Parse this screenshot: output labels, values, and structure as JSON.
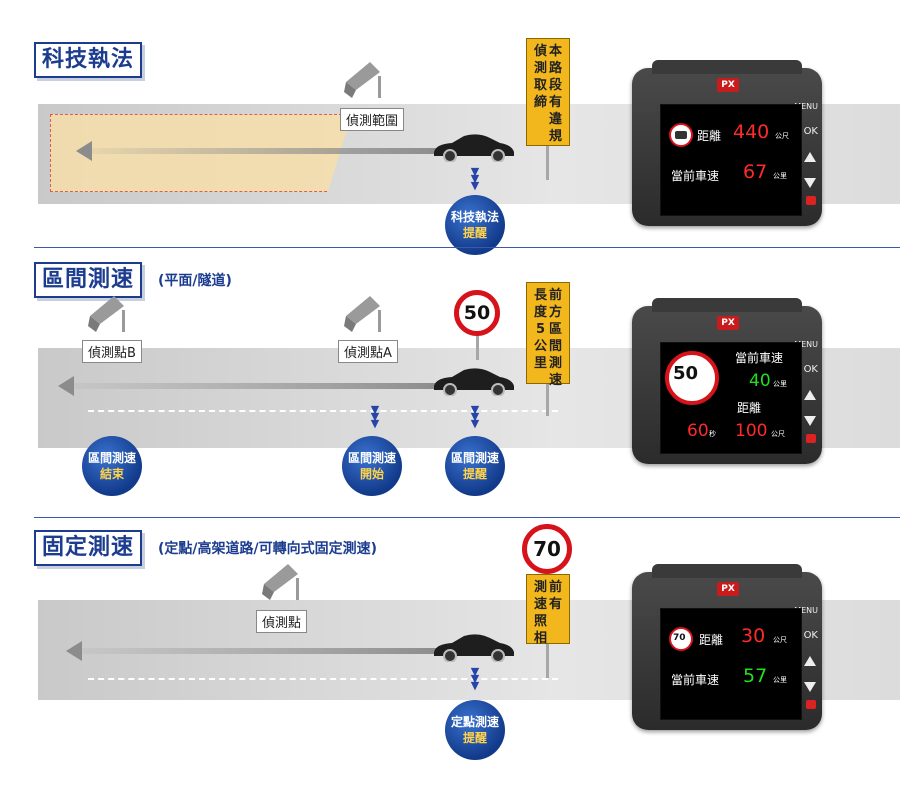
{
  "sections": [
    {
      "title": "科技執法",
      "subtitle": "",
      "camera_label": "偵測範圍",
      "sign_cols": [
        "本路段有違規",
        "偵測取締"
      ],
      "badge": [
        "科技執法",
        "提醒"
      ],
      "screen": {
        "row1_label": "距離",
        "row1_value": "440",
        "row1_unit": "公尺",
        "row2_label": "當前車速",
        "row2_value": "67",
        "row2_unit": "公里"
      }
    },
    {
      "title": "區間測速",
      "subtitle": "(平面/隧道)",
      "camera_labels": [
        "偵測點B",
        "偵測點A"
      ],
      "speed_limit": "50",
      "sign_cols": [
        "前方區間測速",
        "長度5公里"
      ],
      "badges": [
        [
          "區間測速",
          "結束"
        ],
        [
          "區間測速",
          "開始"
        ],
        [
          "區間測速",
          "提醒"
        ]
      ],
      "screen": {
        "limit": "50",
        "speed_label": "當前車速",
        "speed_value": "40",
        "speed_unit": "公里",
        "dist_label": "距離",
        "time_value": "60",
        "time_unit": "秒",
        "dist_value": "100",
        "dist_unit": "公尺"
      }
    },
    {
      "title": "固定測速",
      "subtitle": "(定點/高架道路/可轉向式固定測速)",
      "camera_label": "偵測點",
      "speed_limit": "70",
      "sign_cols": [
        "前有",
        "測速照相"
      ],
      "badge": [
        "定點測速",
        "提醒"
      ],
      "screen": {
        "limit": "70",
        "row1_label": "距離",
        "row1_value": "30",
        "row1_unit": "公尺",
        "row2_label": "當前車速",
        "row2_value": "57",
        "row2_unit": "公里"
      }
    }
  ],
  "device": {
    "logo": "PX",
    "buttons": [
      "MENU",
      "OK"
    ]
  },
  "colors": {
    "title": "#1c3d8f",
    "sign": "#f2b71c",
    "red_value": "#ff2a2a",
    "green_value": "#1fe01f",
    "badge": "#123a8a"
  }
}
